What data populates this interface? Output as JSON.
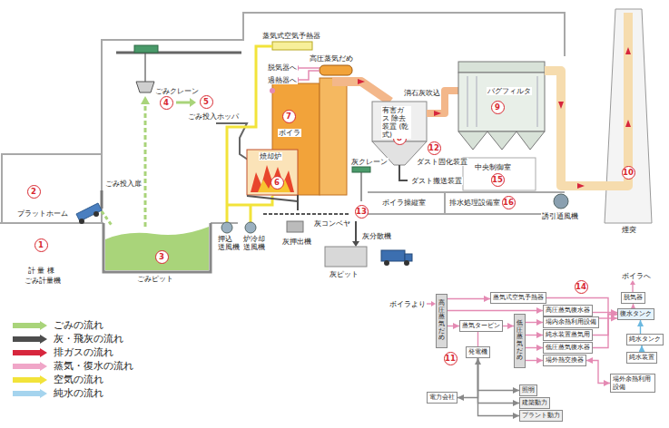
{
  "diagram": {
    "nodes": [
      {
        "text": [
          "高圧蒸気だめ"
        ]
      },
      {
        "text": [
          "蒸気式空気予熱器"
        ]
      },
      {
        "text": [
          "高圧蒸気復水器"
        ]
      },
      {
        "text": [
          "蒸気タービン"
        ]
      },
      {
        "text": [
          "発電機"
        ]
      },
      {
        "text": [
          "低圧蒸気だめ"
        ]
      },
      {
        "text": [
          "場内余熱利用設備"
        ]
      },
      {
        "text": [
          "純水装置蒸気用"
        ]
      },
      {
        "text": [
          "低圧蒸気復水器"
        ]
      },
      {
        "text": [
          "場外熱交換器"
        ]
      },
      {
        "text": [
          "脱気器"
        ]
      },
      {
        "text": [
          "復水タンク"
        ]
      },
      {
        "text": [
          "純水タンク"
        ]
      },
      {
        "text": [
          "純水装置"
        ]
      },
      {
        "text": [
          "場外余熱利用設備"
        ]
      },
      {
        "text": [
          "電力会社"
        ]
      },
      {
        "text": [
          "照明"
        ]
      },
      {
        "text": [
          "建築動力"
        ]
      },
      {
        "text": [
          "プラント動力"
        ]
      }
    ],
    "edges": [
      {
        "from": 0,
        "to": 1,
        "arrow": "to"
      },
      {
        "from": 0,
        "to": 2,
        "arrow": "to"
      },
      {
        "from": 0,
        "to": 3,
        "arrow": "to"
      },
      {
        "from": 3,
        "to": 5,
        "arrow": "to"
      },
      {
        "from": 3,
        "to": 4,
        "arrow": "none"
      },
      {
        "from": 5,
        "to": 6,
        "arrow": "to"
      },
      {
        "from": 5,
        "to": 7,
        "arrow": "to"
      },
      {
        "from": 5,
        "to": 8,
        "arrow": "to"
      },
      {
        "from": 5,
        "to": 9,
        "arrow": "to"
      },
      {
        "from": 1,
        "to": 11,
        "arrow": "to"
      },
      {
        "from": 2,
        "to": 11,
        "arrow": "to"
      },
      {
        "from": 6,
        "to": 11,
        "arrow": "to"
      },
      {
        "from": 7,
        "to": 11,
        "arrow": "to"
      },
      {
        "from": 8,
        "to": 11,
        "arrow": "to"
      },
      {
        "from": 9,
        "to": 14,
        "arrow": "both"
      },
      {
        "from": 11,
        "to": 10,
        "arrow": "to"
      },
      {
        "from": 13,
        "to": 12,
        "arrow": "to"
      },
      {
        "from": 12,
        "to": 11,
        "arrow": "to"
      },
      {
        "from": 4,
        "to": 15,
        "arrow": "both"
      },
      {
        "from": 4,
        "to": 16,
        "arrow": "to"
      },
      {
        "from": 4,
        "to": 17,
        "arrow": "to"
      },
      {
        "from": 4,
        "to": 18,
        "arrow": "to"
      }
    ],
    "labels": [
      "1",
      "2",
      "3",
      "4",
      "5",
      "6",
      "7",
      "8",
      "9",
      "10",
      "11",
      "12",
      "13",
      "14",
      "15",
      "16",
      "計 量 棟",
      "ごみ計量機",
      "プラットホーム",
      "ごみ投入扉",
      "ごみピット",
      "ごみクレーン",
      "ごみ投入ホッパ",
      "蒸気式空気予熱器",
      "脱気器へ",
      "高圧蒸気だめ",
      "過熱器へ",
      "ボイラ",
      "焼却炉",
      "消石灰吹込",
      "有害ガス 除去装置 (乾式)",
      "バグフィルタ",
      "ダスト固化装置",
      "ダスト搬送装置",
      "灰クレーン",
      "中央制御室",
      "ボイラ操縦室",
      "排水処理設備室",
      "誘引通風機",
      "煙突",
      "押込 送風機",
      "炉冷却 送風機",
      "灰押出機",
      "灰コンベヤ",
      "灰分散機",
      "灰ピット",
      "ボイラより",
      "ボイラへ"
    ],
    "legend": [
      {
        "text": "ごみの流れ",
        "color": "#a9d47a"
      },
      {
        "text": "灰・飛灰の流れ",
        "color": "#4d4d4d"
      },
      {
        "text": "排ガスの流れ",
        "color": "#d7263d"
      },
      {
        "text": "蒸気・復水の流れ",
        "color": "#f0a6c8"
      },
      {
        "text": "空気の流れ",
        "color": "#f2e33a"
      },
      {
        "text": "純水の流れ",
        "color": "#a5d4ee"
      }
    ]
  }
}
